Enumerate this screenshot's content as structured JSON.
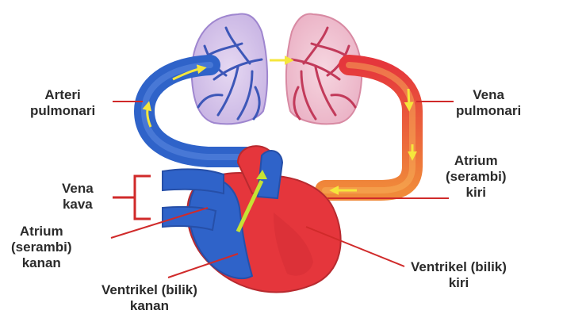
{
  "colors": {
    "oxygen_poor": "#2f63c9",
    "oxygen_rich": "#e5363c",
    "flow_arrow": "#f5e63c",
    "lung_left": "#7a66c0",
    "lung_right": "#d7556f",
    "leader_line": "#d02a2a",
    "text": "#2b2b2b"
  },
  "labels": {
    "arteri_pulmonari": [
      "Arteri",
      "pulmonari"
    ],
    "vena_pulmonari": [
      "Vena",
      "pulmonari"
    ],
    "atrium_kiri": [
      "Atrium",
      "(serambi)",
      "kiri"
    ],
    "vena_kava": [
      "Vena",
      "kava"
    ],
    "atrium_kanan": [
      "Atrium",
      "(serambi)",
      "kanan"
    ],
    "ventrikel_kiri": [
      "Ventrikel (bilik)",
      "kiri"
    ],
    "ventrikel_kanan": [
      "Ventrikel (bilik)",
      "kanan"
    ]
  },
  "icons": [
    "lung-left-icon",
    "lung-right-icon",
    "heart-icon",
    "flow-arrow-icon"
  ]
}
